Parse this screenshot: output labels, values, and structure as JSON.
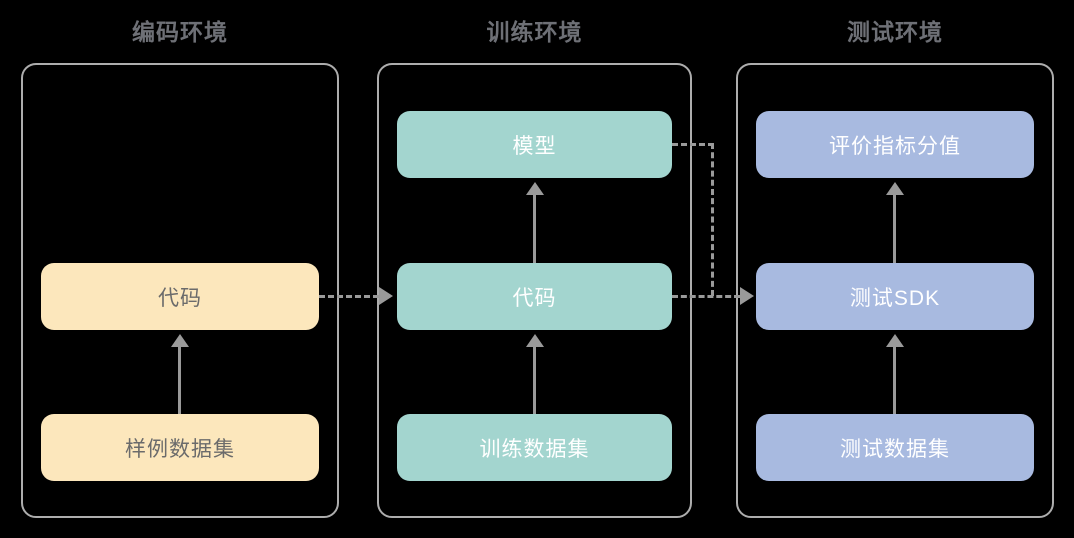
{
  "diagram": {
    "title": "",
    "background_color": "#000000",
    "columns": [
      {
        "id": "coding",
        "title": "编码环境",
        "accent_color": "#FCE7BC",
        "text_color": "#6B6B6B",
        "nodes": [
          {
            "id": "coding-code",
            "label": "代码",
            "row": 2,
            "style": "yellow"
          },
          {
            "id": "coding-dataset",
            "label": "样例数据集",
            "row": 3,
            "style": "yellow"
          }
        ]
      },
      {
        "id": "train",
        "title": "训练环境",
        "accent_color": "#A3D5CF",
        "text_color": "#FFFFFF",
        "nodes": [
          {
            "id": "train-model",
            "label": "模型",
            "row": 1,
            "style": "green"
          },
          {
            "id": "train-code",
            "label": "代码",
            "row": 2,
            "style": "green"
          },
          {
            "id": "train-dataset",
            "label": "训练数据集",
            "row": 3,
            "style": "green"
          }
        ]
      },
      {
        "id": "test",
        "title": "测试环境",
        "accent_color": "#A8BAE0",
        "text_color": "#FFFFFF",
        "nodes": [
          {
            "id": "test-metrics",
            "label": "评价指标分值",
            "row": 1,
            "style": "blue"
          },
          {
            "id": "test-sdk",
            "label": "测试SDK",
            "row": 2,
            "style": "blue"
          },
          {
            "id": "test-dataset",
            "label": "测试数据集",
            "row": 3,
            "style": "blue"
          }
        ]
      }
    ],
    "connectors": [
      {
        "id": "coding-dataset-to-code",
        "from": "coding-dataset",
        "to": "coding-code",
        "style": "solid",
        "direction": "up"
      },
      {
        "id": "train-dataset-to-code",
        "from": "train-dataset",
        "to": "train-code",
        "style": "solid",
        "direction": "up"
      },
      {
        "id": "train-code-to-model",
        "from": "train-code",
        "to": "train-model",
        "style": "solid",
        "direction": "up"
      },
      {
        "id": "test-dataset-to-sdk",
        "from": "test-dataset",
        "to": "test-sdk",
        "style": "solid",
        "direction": "up"
      },
      {
        "id": "test-sdk-to-metrics",
        "from": "test-sdk",
        "to": "test-metrics",
        "style": "solid",
        "direction": "up"
      },
      {
        "id": "coding-code-to-train-code",
        "from": "coding-code",
        "to": "train-code",
        "style": "dashed",
        "direction": "right"
      },
      {
        "id": "train-model-to-test-sdk",
        "from": "train-model",
        "to": "test-sdk",
        "style": "dashed",
        "direction": "elbow-right-down"
      },
      {
        "id": "train-code-to-test-sdk",
        "from": "train-code",
        "to": "test-sdk",
        "style": "dashed",
        "direction": "right"
      }
    ],
    "palette": {
      "border": "#ADADAD",
      "connector": "#9A9A9A",
      "title_text": "#6E7076"
    }
  }
}
